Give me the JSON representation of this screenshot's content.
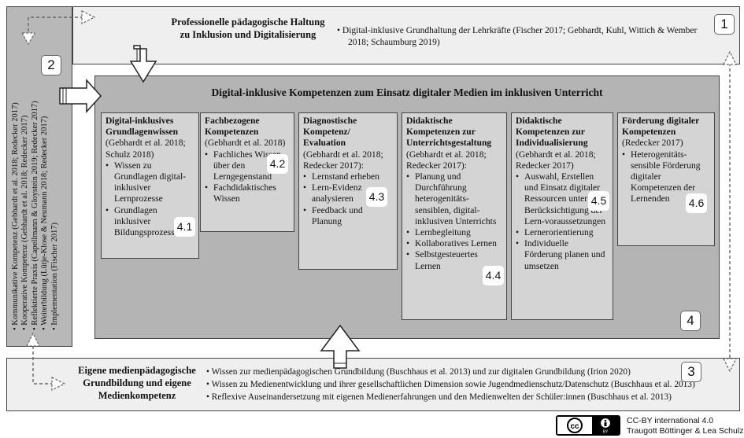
{
  "top": {
    "number": "1",
    "title": "Professionelle pädagogische Haltung zu Inklusion und Digitalisierung",
    "bullets": [
      "Digital-inklusive Grundhaltung der Lehrkräfte (Fischer 2017; Gebhardt, Kuhl, Wittich & Wember 2018; Schaumburg 2019)"
    ]
  },
  "left": {
    "number": "2",
    "lines": [
      "Kommunikative Kompetenz (Gebhardt et al. 2018; Redecker 2017)",
      "Kooperative Kompetenz (Gebhardt et al. 2018; Redecker 2017)",
      "Reflektierte Praxis (Capellmann & Gloystein 2019; Redecker 2017)",
      "Weiterbildung (Lütje-Klose & Neumann 2018; Redecker 2017)",
      "Implementation (Fischer 2017)"
    ]
  },
  "main": {
    "number": "4",
    "title": "Digital-inklusive Kompetenzen zum Einsatz digitaler Medien im inklusiven Unterricht",
    "competences": [
      {
        "title": "Digital-inklusives Grundlagenwissen",
        "source": "(Gebhardt et al. 2018; Schulz 2018)",
        "bullets": [
          "Wissen zu Grundlagen digital-inklusiver Lernprozesse",
          "Grundlagen inklusiver Bildungsprozesse"
        ],
        "badge": "4.1"
      },
      {
        "title": "Fachbezogene Kompetenzen",
        "source": "(Gebhardt et al. 2018)",
        "bullets": [
          "Fachliches Wissen über den Lerngegenstand",
          "Fachdidaktisches Wissen"
        ],
        "badge": "4.2"
      },
      {
        "title": "Diagnostische Kompetenz/ Evaluation",
        "source": "(Gebhardt et al. 2018; Redecker 2017):",
        "bullets": [
          "Lernstand erheben",
          "Lern-Evidenz analysieren",
          "Feedback und Planung"
        ],
        "badge": "4.3"
      },
      {
        "title": "Didaktische Kompetenzen zur Unterrichtsgestaltung",
        "source": "(Gebhardt et al. 2018; Redecker 2017):",
        "bullets": [
          "Planung und Durchführung heterogenitäts-sensiblen, digital-inklusiven Unterrichts",
          "Lernbegleitung",
          "Kollaboratives Lernen",
          "Selbstgesteuertes Lernen"
        ],
        "badge": "4.4"
      },
      {
        "title": "Didaktische Kompetenzen zur Individualisierung",
        "source": "(Gebhardt et al. 2018; Redecker 2017)",
        "bullets": [
          "Auswahl, Erstellen und Einsatz digitaler Ressourcen unter Berücksichtigung der Lern-voraussetzungen",
          "Lernerorientierung",
          "Individuelle Förderung planen und umsetzen"
        ],
        "badge": "4.5"
      },
      {
        "title": "Förderung digitaler Kompetenzen",
        "source": "(Redecker 2017)",
        "bullets": [
          "Heterogenitäts-sensible Förderung digitaler Kompetenzen der Lernenden"
        ],
        "badge": "4.6"
      }
    ]
  },
  "bottom": {
    "number": "3",
    "title": "Eigene medienpädagogische Grundbildung und eigene Medienkompetenz",
    "bullets": [
      "Wissen zur medienpädagogischen Grundbildung (Buschhaus et al. 2013) und zur digitalen Grundbildung (Irion 2020)",
      "Wissen zu Medienentwicklung und ihrer gesellschaftlichen Dimension sowie Jugendmedienschutz/Datenschutz (Buschhaus et al. 2013)",
      "Reflexive Auseinandersetzung mit eigenen Medienerfahrungen und den Medienwelten der Schüler:innen (Buschhaus et al. 2013)"
    ]
  },
  "license": {
    "badge": "cc-by-badge",
    "line1": "CC-BY international 4.0",
    "line2": "Traugott Böttinger & Lea Schulz"
  },
  "colors": {
    "outer_box": "#efefef",
    "left_box": "#b8b8b8",
    "main_box": "#b4b4b4",
    "comp_box": "#d4d4d4"
  }
}
